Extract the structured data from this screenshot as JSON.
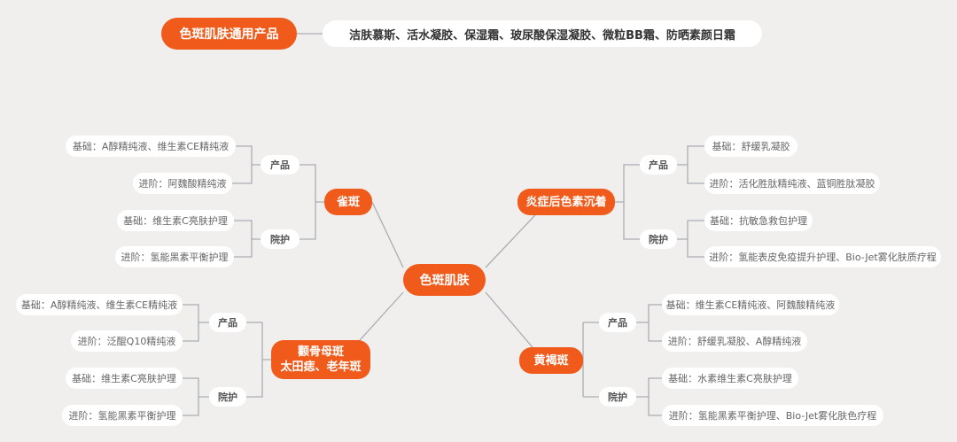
{
  "header": {
    "title": "色斑肌肤通用产品",
    "products": "洁肤慕斯、活水凝胶、保湿霜、玻尿酸保湿凝胶、微粒BB霜、防晒素颜日霜"
  },
  "center": {
    "label": "色斑肌肤"
  },
  "branches": {
    "freckle": {
      "label": "雀斑",
      "product_label": "产品",
      "product_basic": "基础：A醇精纯液、维生素CE精纯液",
      "product_advanced": "进阶：阿魏酸精纯液",
      "care_label": "院护",
      "care_basic": "基础：维生素C亮肤护理",
      "care_advanced": "进阶：氢能黑素平衡护理"
    },
    "pih": {
      "label": "炎症后色素沉着",
      "product_label": "产品",
      "product_basic": "基础：舒缓乳凝胶",
      "product_advanced": "进阶：活化胜肽精纯液、蓝铜胜肽凝胶",
      "care_label": "院护",
      "care_basic": "基础：抗敏急救包护理",
      "care_advanced": "进阶：氢能表皮免疫提升护理、Bio-Jet雾化肤质疗程"
    },
    "nevus": {
      "label_line1": "颧骨母斑",
      "label_line2": "太田痣、老年斑",
      "product_label": "产品",
      "product_basic": "基础：A醇精纯液、维生素CE精纯液",
      "product_advanced": "进阶：泛醌Q10精纯液",
      "care_label": "院护",
      "care_basic": "基础：维生素C亮肤护理",
      "care_advanced": "进阶：氢能黑素平衡护理"
    },
    "melasma": {
      "label": "黄褐斑",
      "product_label": "产品",
      "product_basic": "基础：维生素CE精纯液、阿魏酸精纯液",
      "product_advanced": "进阶：舒缓乳凝胶、A醇精纯液",
      "care_label": "院护",
      "care_basic": "基础：水素维生素C亮肤护理",
      "care_advanced": "进阶：氢能黑素平衡护理、Bio-Jet雾化肤色疗程"
    }
  },
  "colors": {
    "accent": "#f05a1a",
    "connector": "#a9adb3",
    "background": "#f1efee"
  }
}
